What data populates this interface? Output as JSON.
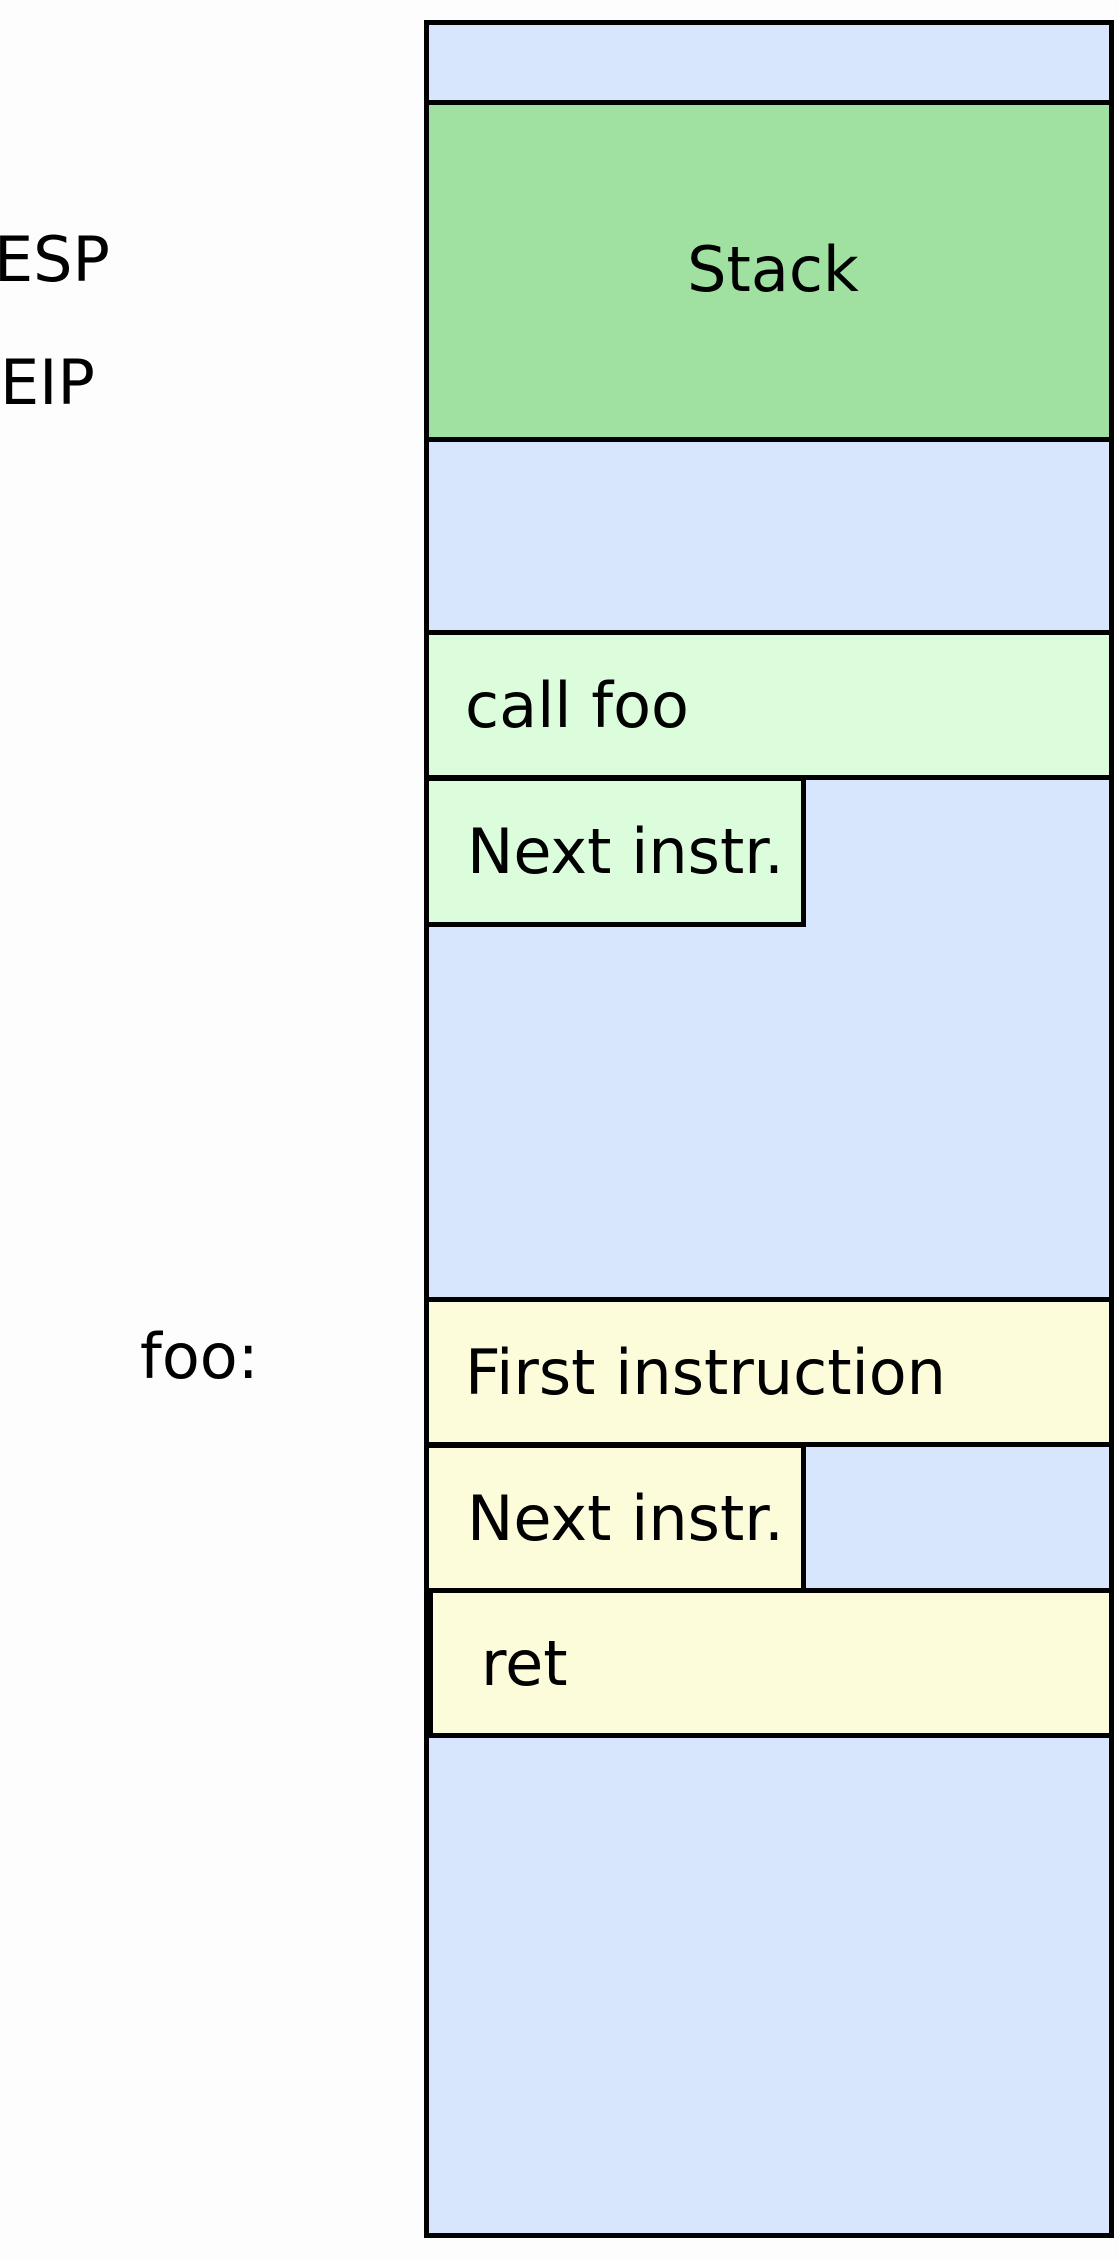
{
  "registers": {
    "esp": "ESP",
    "eip": "EIP"
  },
  "symbols": {
    "foo": "foo:"
  },
  "memory": {
    "stack": "Stack",
    "caller_code": {
      "call": "call foo",
      "next": "Next instr."
    },
    "foo_code": {
      "first": "First instruction",
      "next": "Next instr.",
      "ret": "ret"
    }
  },
  "colors": {
    "memory_background": "#d7e6fd",
    "stack": "#a0e0a0",
    "caller_code": "#dcfddb",
    "foo_code": "#fcfcda",
    "border": "#000000"
  }
}
